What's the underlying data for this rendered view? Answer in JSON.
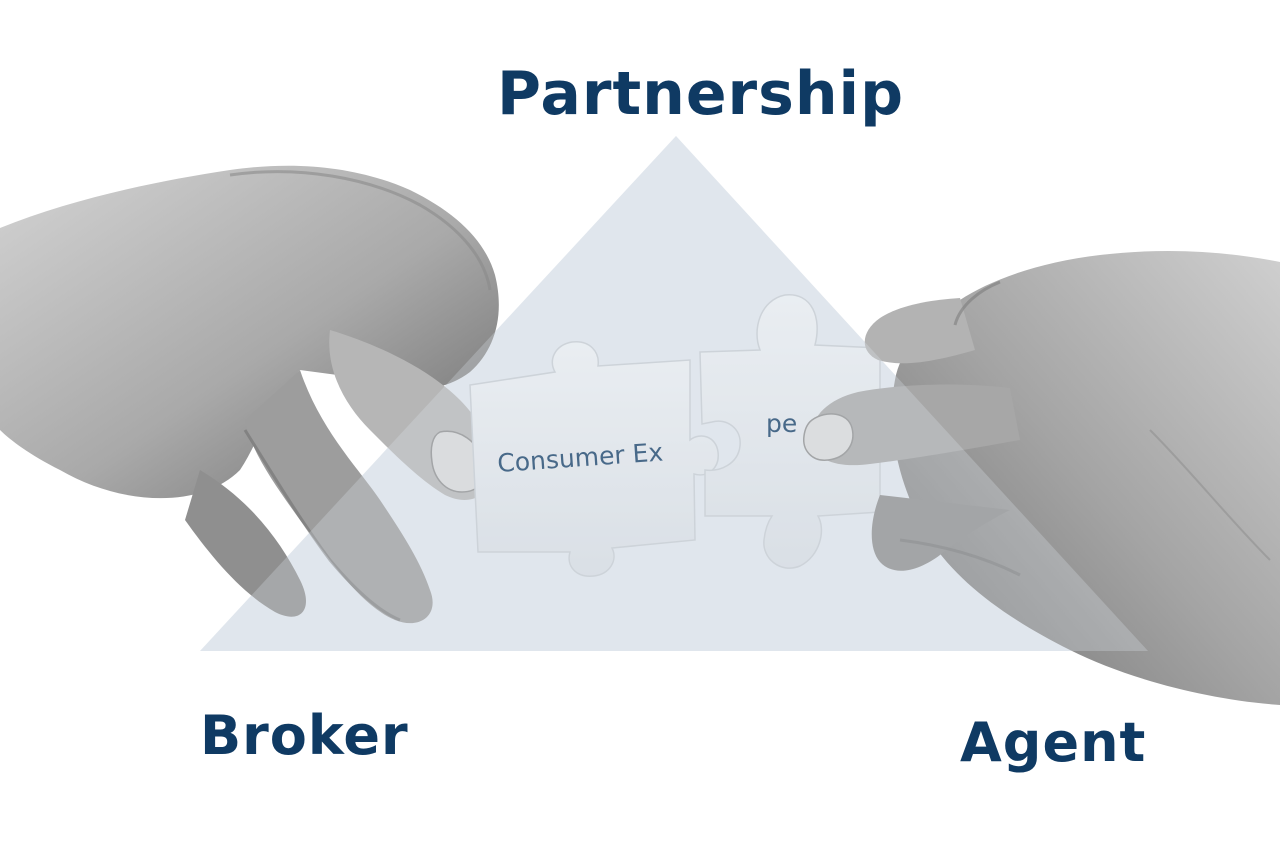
{
  "labels": {
    "top": "Partnership",
    "left": "Broker",
    "right": "Agent"
  },
  "puzzle": {
    "left_piece_text": "Consumer Ex",
    "right_piece_text": "pe"
  },
  "colors": {
    "brand_navy": "#0f3a63",
    "triangle_tint": "#dfe5ec",
    "skin_light": "#b9b9b9",
    "skin_shadow": "#6f6f6f",
    "background": "#ffffff"
  },
  "icons": {
    "left_hand": "hand-holding-puzzle-piece-icon",
    "right_hand": "hand-holding-puzzle-piece-icon",
    "triangle": "triangle-shape"
  }
}
